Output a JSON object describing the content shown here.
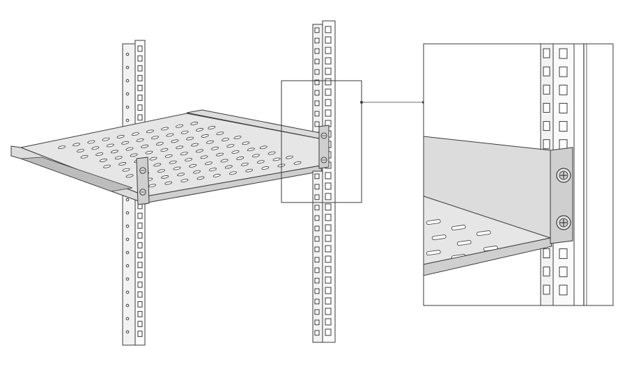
{
  "diagram": {
    "colors": {
      "background": "#ffffff",
      "line": "#3a3a3a",
      "rail_fill": "#f2f2f2",
      "shelf_top": "#e6e6e6",
      "shelf_front": "#cfcfcf",
      "shelf_side": "#dcdcdc",
      "shelf_underside": "#bdbdbd",
      "vent_slot": "#ffffff",
      "screw": "#d8d8d8"
    },
    "components": {
      "left_rail": {
        "holes": 30
      },
      "right_rail": {
        "holes": 30
      },
      "shelf": {
        "vent_rows": 9,
        "vent_cols": 10
      },
      "zoom_panel": {
        "rail_holes": 14,
        "screws": 2,
        "vent_rows": 3
      },
      "callout": {
        "has_connector": true
      }
    }
  }
}
